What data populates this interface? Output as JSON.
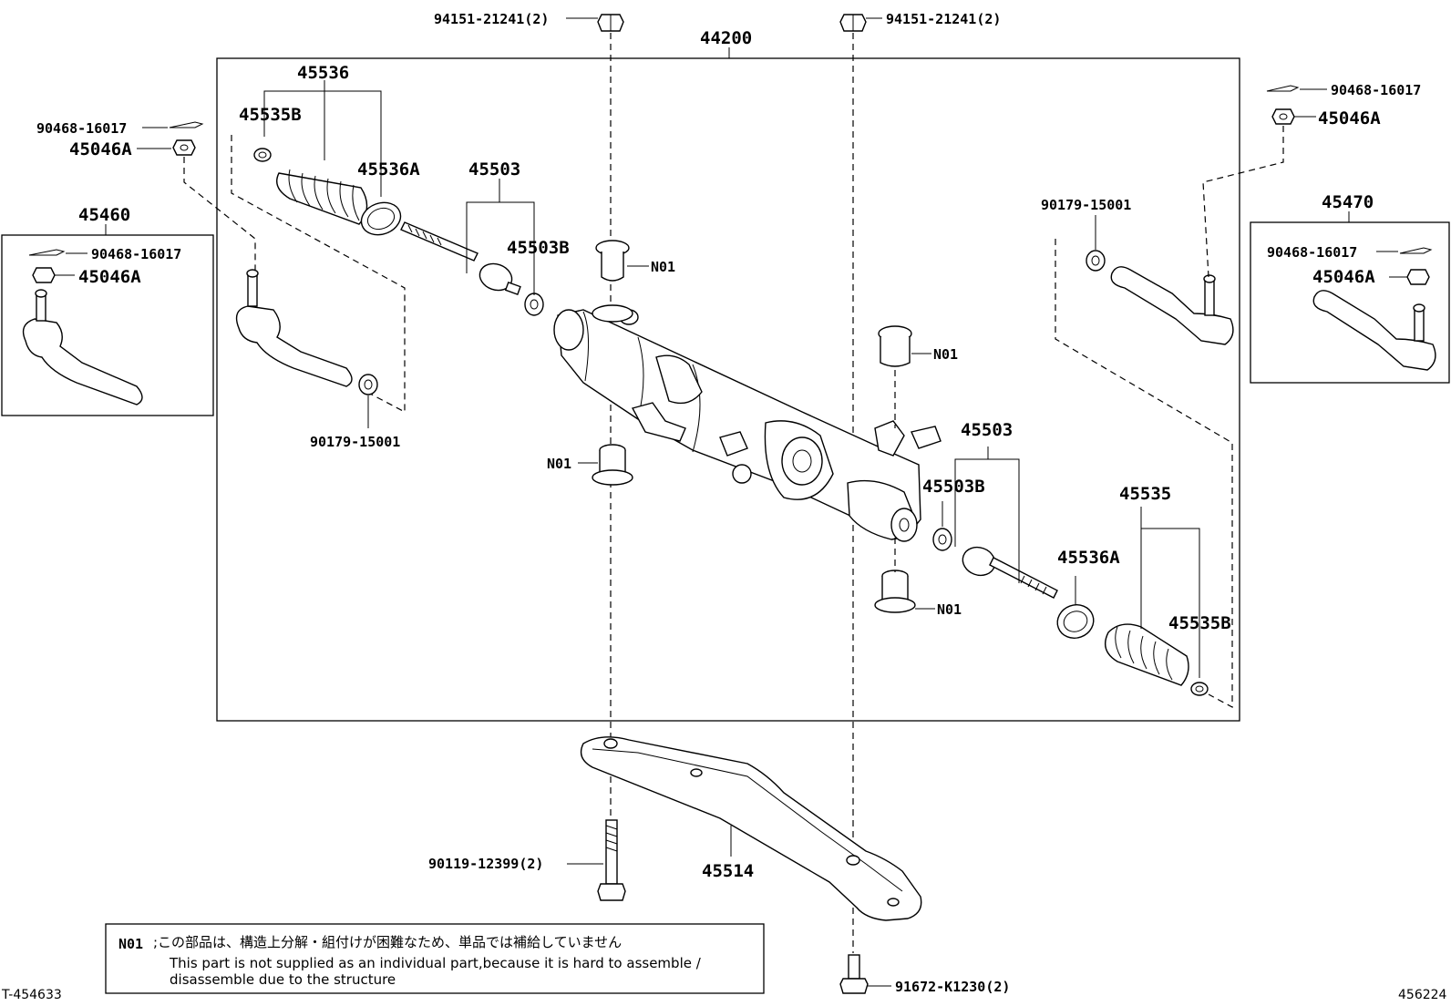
{
  "diagram": {
    "assembly_number": "44200",
    "part_labels": {
      "bolt_top_left": "94151-21241(2)",
      "bolt_top_right": "94151-21241(2)",
      "boot_left": "45536",
      "clamp_left_b": "45535B",
      "clamp_left_a": "45536A",
      "rod_left": "45503",
      "washer_left": "45503B",
      "pin_left_top": "90468-16017",
      "nut_left_top": "45046A",
      "tie_rod_end_left": "45460",
      "pin_left_box": "90468-16017",
      "nut_left_box": "45046A",
      "bushing_left": "90179-15001",
      "n01_top_left": "N01",
      "n01_mid_left": "N01",
      "pin_right_top": "90468-16017",
      "nut_right_top": "45046A",
      "bushing_right": "90179-15001",
      "tie_rod_end_right": "45470",
      "pin_right_box": "90468-16017",
      "nut_right_box": "45046A",
      "n01_top_right": "N01",
      "rod_right": "45503",
      "washer_right": "45503B",
      "boot_right": "45535",
      "clamp_right_a": "45536A",
      "clamp_right_b": "45535B",
      "n01_bottom_right": "N01",
      "bolt_bottom_left": "90119-12399(2)",
      "crossmember": "45514",
      "bolt_bottom_right": "91672-K1230(2)"
    },
    "note": {
      "code": "N01",
      "japanese": ";この部品は、構造上分解・組付けが困難なため、単品では補給していません",
      "english_line1": "This part is not supplied as an individual part,because it is hard to assemble /",
      "english_line2": "disassemble due to the structure"
    },
    "corner_left": "T-454633",
    "corner_right": "456224"
  }
}
